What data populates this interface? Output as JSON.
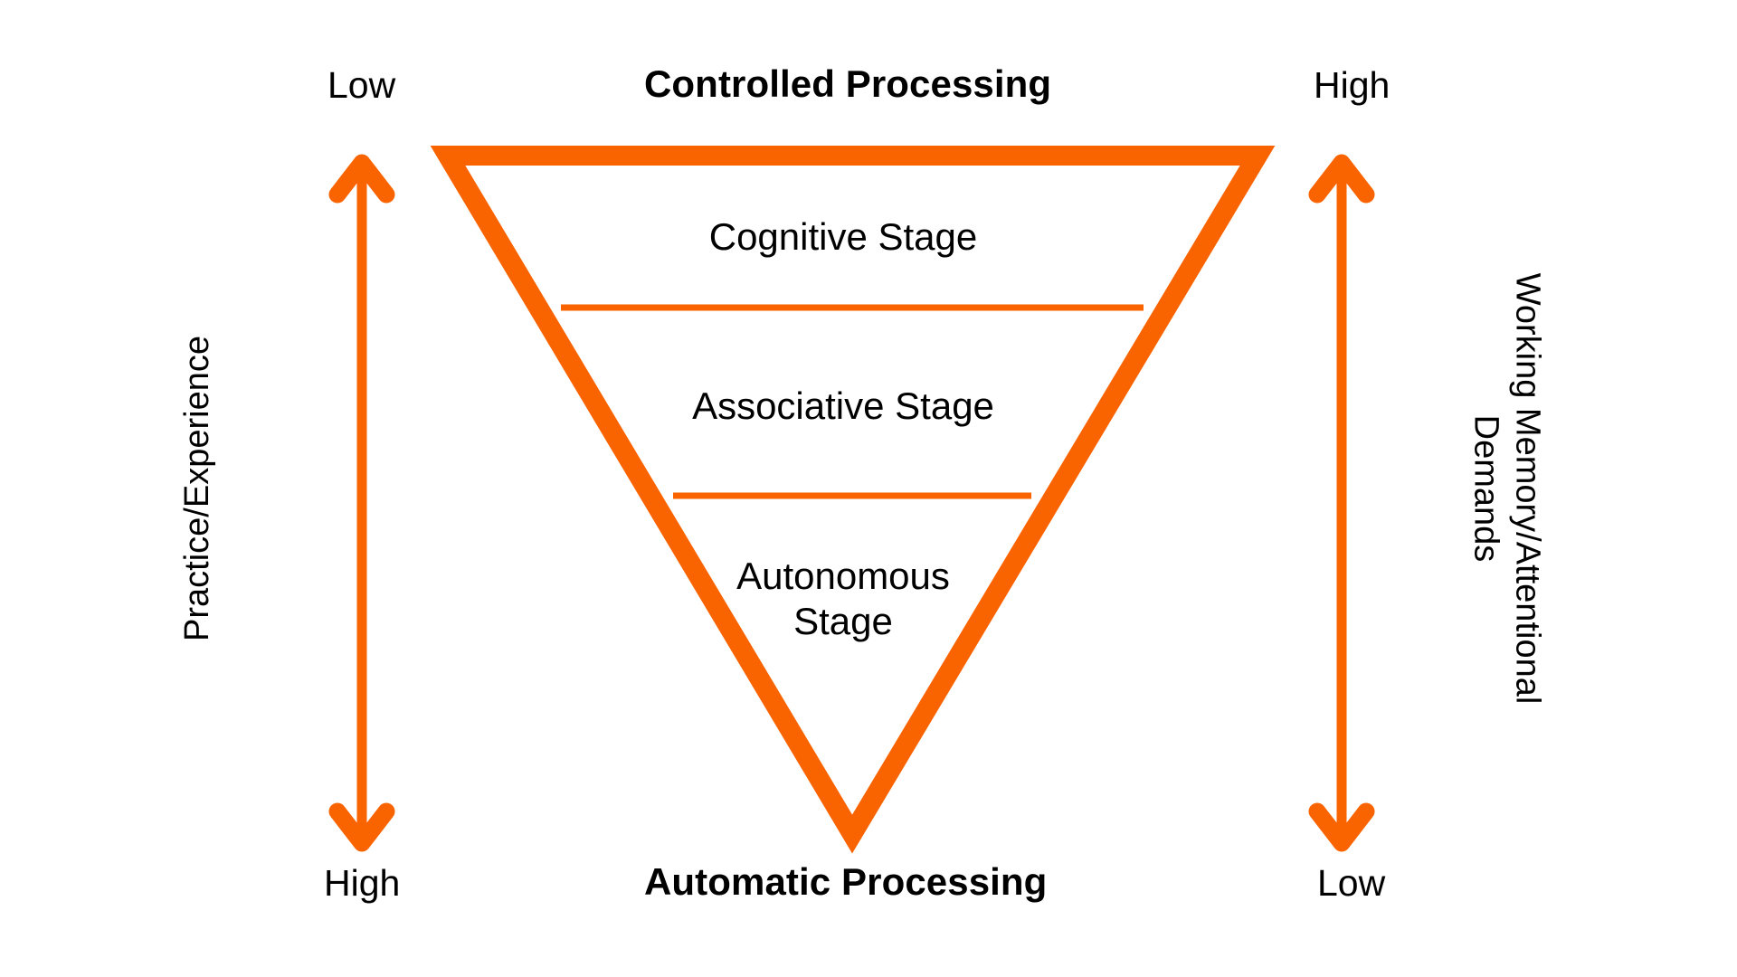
{
  "diagram": {
    "title_top": "Controlled Processing",
    "title_bottom": "Automatic Processing",
    "accent_color": "#F96400",
    "text_color": "#000000",
    "background_color": "#FFFFFF",
    "top_left_label": "Low",
    "top_right_label": "High",
    "bottom_left_label": "High",
    "bottom_right_label": "Low",
    "left_axis_label": "Practice/Experience",
    "right_axis_label_line1": "Working Memory/Attentional",
    "right_axis_label_line2": "Demands",
    "stages": [
      {
        "label": "Cognitive Stage"
      },
      {
        "label": "Associative Stage"
      },
      {
        "label_line1": "Autonomous",
        "label_line2": "Stage"
      }
    ]
  },
  "chart_data": {
    "type": "diagram",
    "shape": "inverted-triangle-funnel",
    "title": "Controlled Processing / Automatic Processing",
    "bands": [
      "Cognitive Stage",
      "Associative Stage",
      "Autonomous Stage"
    ],
    "axes": [
      {
        "name": "Practice/Experience",
        "position": "left",
        "direction": "downward",
        "top_value": "Low",
        "bottom_value": "High"
      },
      {
        "name": "Working Memory/Attentional Demands",
        "position": "right",
        "direction": "downward",
        "top_value": "High",
        "bottom_value": "Low"
      }
    ],
    "poles": {
      "top": "Controlled Processing",
      "bottom": "Automatic Processing"
    }
  }
}
